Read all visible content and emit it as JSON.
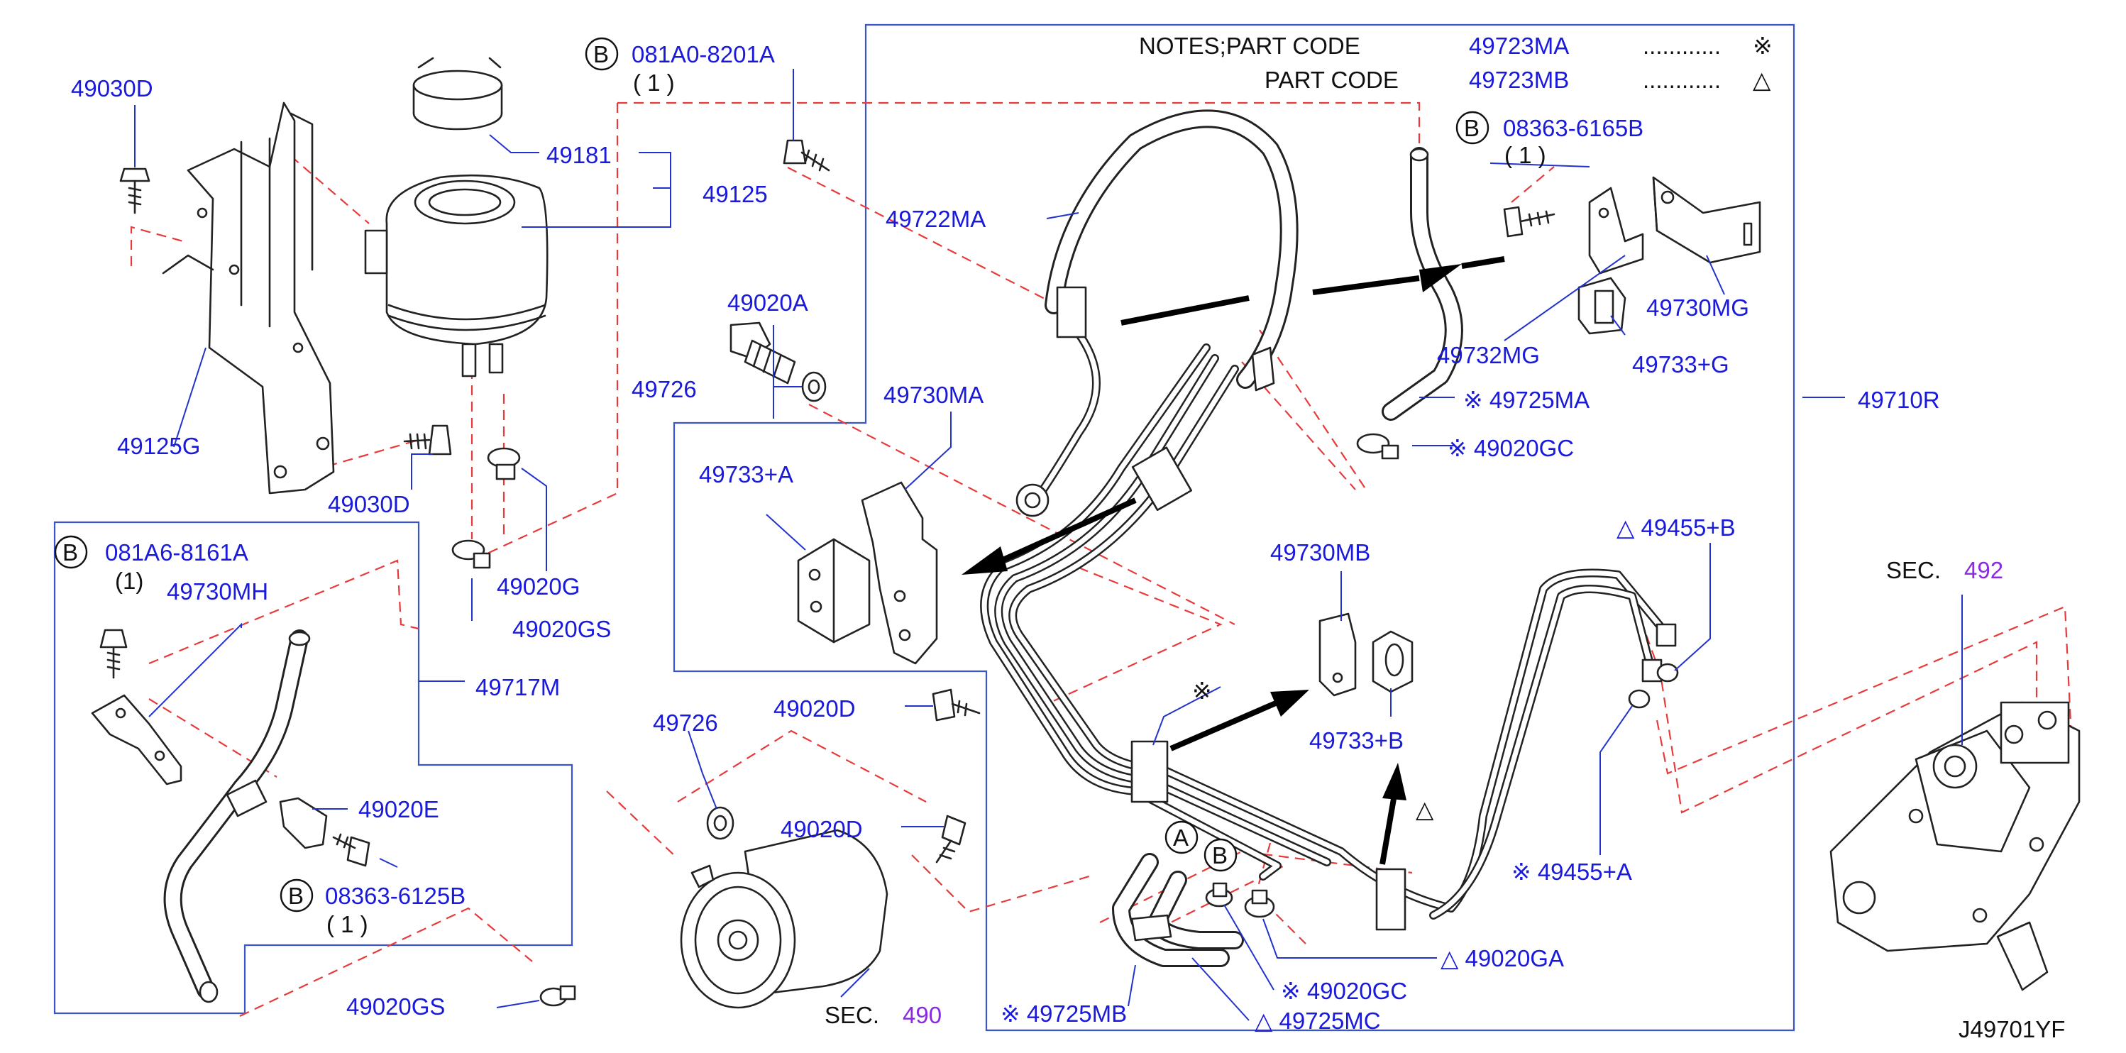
{
  "notes": {
    "heading_1": "NOTES;PART   CODE",
    "code_1": "49723MA",
    "dots_1": "............",
    "mark_1": "※",
    "heading_2": "PART   CODE",
    "code_2": "49723MB",
    "dots_2": "............",
    "mark_2": "△"
  },
  "labels": {
    "p49030D_top": "49030D",
    "p49181": "49181",
    "p49125": "49125",
    "p49125G": "49125G",
    "p49030D_bottom": "49030D",
    "b_081A0": "081A0-8201A",
    "b_081A0_qty": "( 1 )",
    "p49722MA": "49722MA",
    "p49020A": "49020A",
    "p49726_top": "49726",
    "p49730MA": "49730MA",
    "p49733A": "49733+A",
    "b_08363_6165B": "08363-6165B",
    "b_08363_6165B_qty": "( 1 )",
    "p49730MG": "49730MG",
    "p49732MG": "49732MG",
    "p49733G": "49733+G",
    "p49725MA": "※ 49725MA",
    "p49020GC_top": "※ 49020GC",
    "p49710R": "49710R",
    "p49455B": "△ 49455+B",
    "sec492_prefix": "SEC.",
    "sec492_num": "492",
    "p49730MB": "49730MB",
    "p49733B": "49733+B",
    "mark_mid": "※",
    "b_081A6": "081A6-8161A",
    "b_081A6_qty": "(1)",
    "p49730MH": "49730MH",
    "p49020G": "49020G",
    "p49020GS_top": "49020GS",
    "p49717M": "49717M",
    "p49726_bottom": "49726",
    "p49020D_top": "49020D",
    "p49020D_bottom": "49020D",
    "p49020E": "49020E",
    "b_08363_6125B": "08363-6125B",
    "b_08363_6125B_qty": "( 1 )",
    "p49020GS_bottom": "49020GS",
    "sec490_prefix": "SEC.",
    "sec490_num": "490",
    "p49725MB": "※ 49725MB",
    "p49725MC": "△ 49725MC",
    "p49020GC_bottom": "※ 49020GC",
    "p49020GA": "△ 49020GA",
    "p49455A": "※ 49455+A",
    "delta_mid": "△",
    "circle_A": "A",
    "circle_B": "B",
    "diagram_code": "J49701YF"
  },
  "bolt_markers": {
    "letter": "B"
  },
  "colors": {
    "label": "#1a1adc",
    "dashed": "#e83a3a",
    "frame": "#3a55c8",
    "section": "#8a2be2",
    "line": "#222222"
  }
}
